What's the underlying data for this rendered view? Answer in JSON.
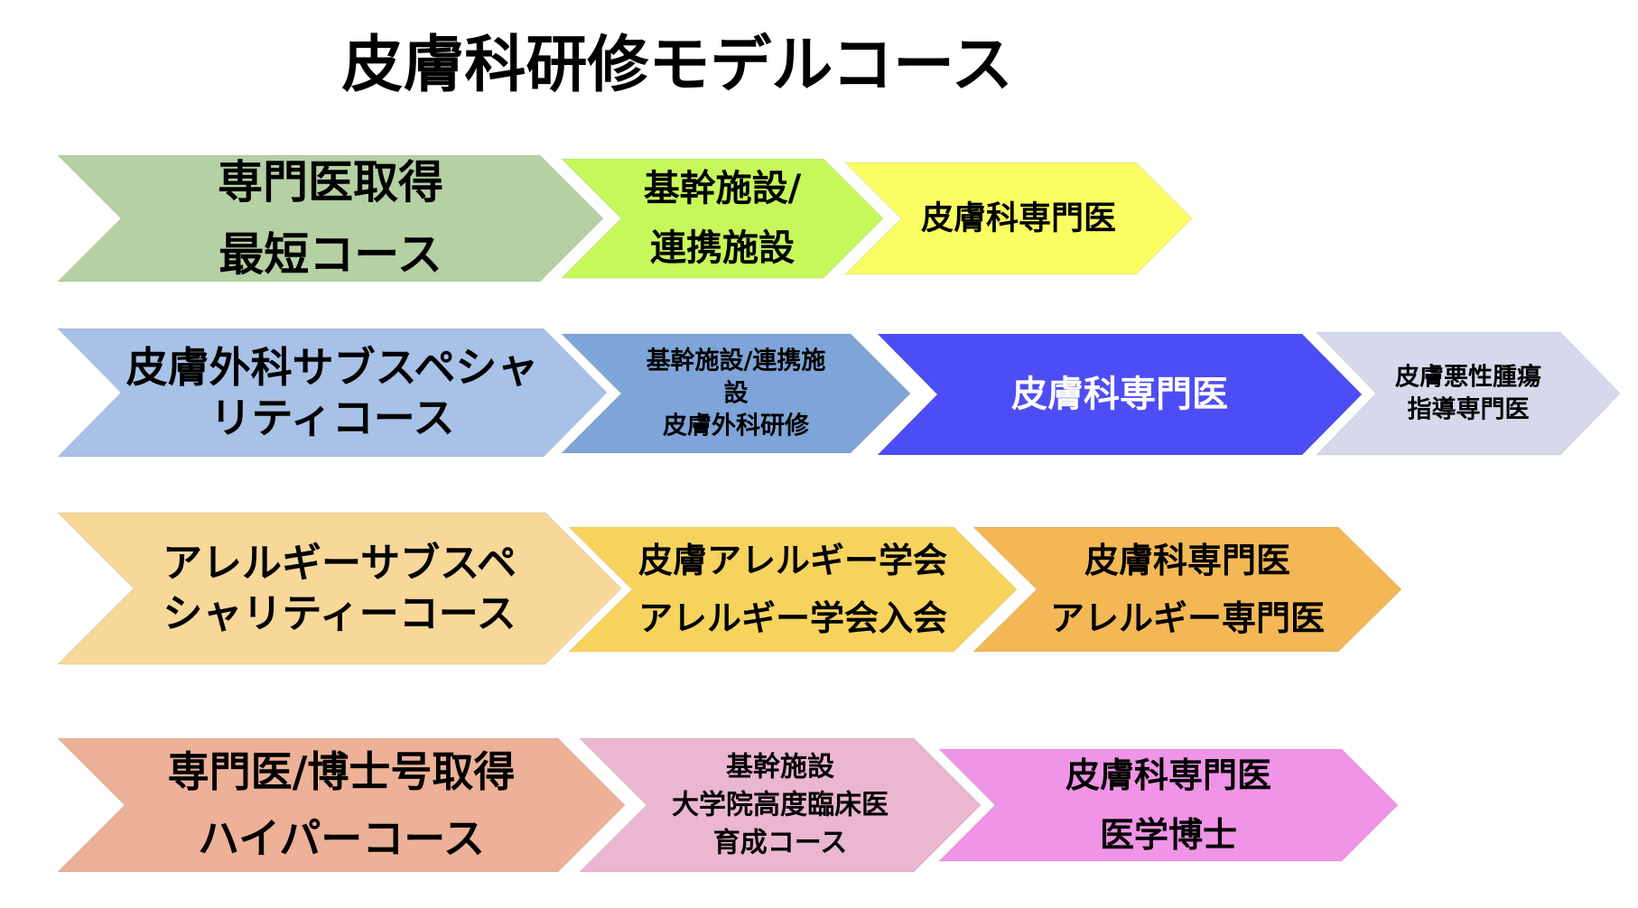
{
  "title": "皮膚科研修モデルコース",
  "rows": [
    {
      "arrows": [
        {
          "lines": [
            "専門医取得",
            "最短コース"
          ],
          "fill": "#b5d1a3",
          "text_color": "#000000"
        },
        {
          "lines": [
            "基幹施設/",
            "連携施設"
          ],
          "fill": "#c6f85b",
          "text_color": "#000000"
        },
        {
          "lines": [
            "皮膚科専門医"
          ],
          "fill": "#f9fd62",
          "text_color": "#000000"
        }
      ]
    },
    {
      "arrows": [
        {
          "lines": [
            "皮膚外科サブスペシャ",
            "リティコース"
          ],
          "fill": "#a8c1e6",
          "text_color": "#000000"
        },
        {
          "lines": [
            "基幹施設/連携施",
            "設",
            "皮膚外科研修"
          ],
          "fill": "#7ea4d8",
          "text_color": "#000000"
        },
        {
          "lines": [
            "皮膚科専門医"
          ],
          "fill": "#4d4df5",
          "text_color": "#ffffff"
        },
        {
          "lines": [
            "皮膚悪性腫瘍",
            "指導専門医"
          ],
          "fill": "#d6d9ec",
          "text_color": "#000000"
        }
      ]
    },
    {
      "arrows": [
        {
          "lines": [
            "アレルギーサブスペ",
            "シャリティーコース"
          ],
          "fill": "#f7d899",
          "text_color": "#000000"
        },
        {
          "lines": [
            "皮膚アレルギー学会",
            "アレルギー学会入会"
          ],
          "fill": "#f6d35c",
          "text_color": "#000000"
        },
        {
          "lines": [
            "皮膚科専門医",
            "アレルギー専門医"
          ],
          "fill": "#f3b855",
          "text_color": "#000000"
        }
      ]
    },
    {
      "arrows": [
        {
          "lines": [
            "専門医/博士号取得",
            "ハイパーコース"
          ],
          "fill": "#ecb197",
          "text_color": "#000000"
        },
        {
          "lines": [
            "基幹施設",
            "大学院高度臨床医",
            "育成コース"
          ],
          "fill": "#ebb6cf",
          "text_color": "#000000"
        },
        {
          "lines": [
            "皮膚科専門医",
            "医学博士"
          ],
          "fill": "#ef94e6",
          "text_color": "#000000"
        }
      ]
    }
  ]
}
